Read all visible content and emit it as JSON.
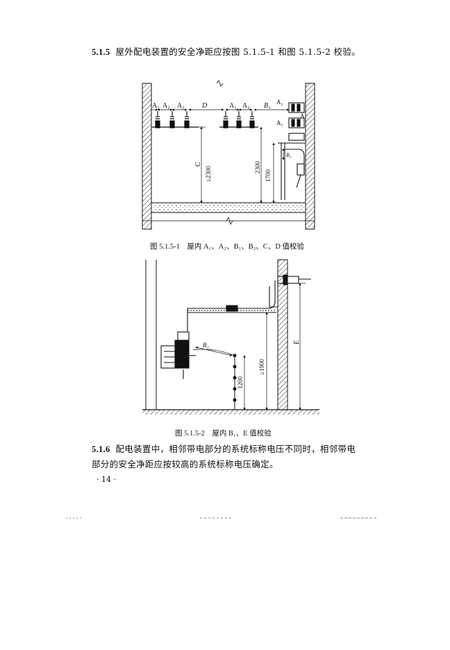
{
  "sections": [
    {
      "number": "5.1.5",
      "text": "屋外配电装置的安全净距应按图 5.1.5-1 和图 5.1.5-2 校验。"
    },
    {
      "number": "5.1.6",
      "text": "配电装置中，相邻带电部分的系统标称电压不同时，相邻带电部分的安全净距应按较高的系统标称电压确定。"
    }
  ],
  "figures": [
    {
      "caption": "图 5.1.5-1　屋内 A₁、A₂、B₁、B₂、C、D 值校验",
      "labels": {
        "a1": "A₁",
        "a2": "A₂",
        "d": "D",
        "b1": "B₁",
        "b2": "B₂",
        "c": "C",
        "dim2300a": "≥2300",
        "dim2300b": "2300",
        "dim1700": "1700"
      }
    },
    {
      "caption": "图 5.1.5-2　屋内 B₁、E 值校验",
      "labels": {
        "b1": "B₁",
        "e": "E",
        "dim1900": "≥1900",
        "dim1200": "1200"
      }
    }
  ],
  "page_number": "· 14 ·"
}
